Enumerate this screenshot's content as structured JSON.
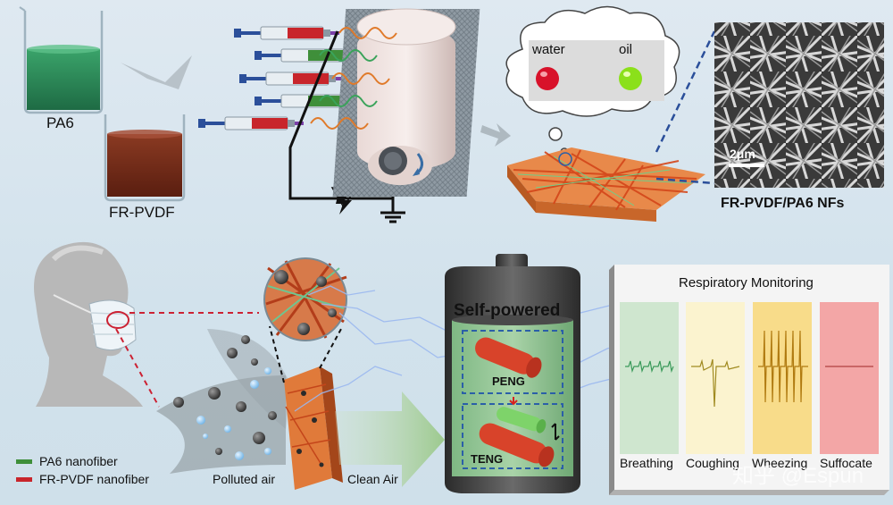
{
  "top": {
    "beaker1_label": "PA6",
    "beaker2_label": "FR-PVDF",
    "droplet_water_label": "water",
    "droplet_oil_label": "oil",
    "sem_scale_label": "2μm",
    "nf_label": "FR-PVDF/PA6 NFs"
  },
  "bottom": {
    "self_powered_label": "Self-powered",
    "peng_label": "PENG",
    "teng_label": "TENG",
    "polluted_air_label": "Polluted air",
    "clean_air_label": "Clean Air",
    "legend": [
      {
        "label": "PA6 nanofiber",
        "color": "#3f8f3a"
      },
      {
        "label": "FR-PVDF nanofiber",
        "color": "#c8252b"
      }
    ],
    "monitoring": {
      "title": "Respiratory Monitoring",
      "panels": [
        {
          "label": "Breathing",
          "color": "#cfe6cf",
          "line": "#3a9a5a"
        },
        {
          "label": "Coughing",
          "color": "#fbf3cf",
          "line": "#a08a20"
        },
        {
          "label": "Wheezing",
          "color": "#f8dc8a",
          "line": "#b07a10"
        },
        {
          "label": "Suffocate",
          "color": "#f3a6a6",
          "line": "#b04040"
        }
      ]
    },
    "watermark": "知乎 @Espun"
  }
}
